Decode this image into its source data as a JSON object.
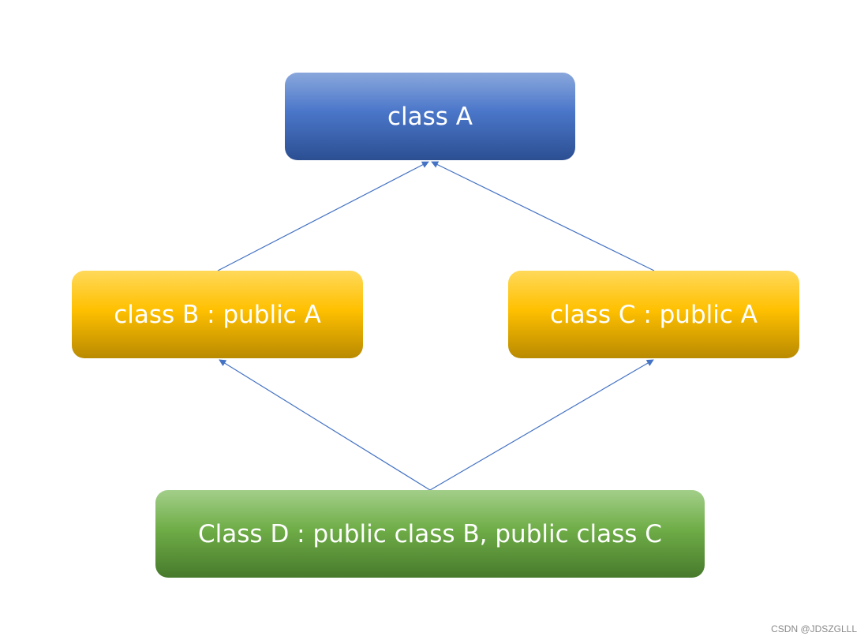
{
  "nodes": {
    "a": {
      "label": "class A",
      "color": "#4a76c9"
    },
    "b": {
      "label": "class B : public A",
      "color": "#ffc000"
    },
    "c": {
      "label": "class C : public A",
      "color": "#ffc000"
    },
    "d": {
      "label": "Class D : public class B, public class C",
      "color": "#6fad47"
    }
  },
  "edges": [
    {
      "from": "b",
      "to": "a"
    },
    {
      "from": "c",
      "to": "a"
    },
    {
      "from": "d",
      "to": "b"
    },
    {
      "from": "d",
      "to": "c"
    }
  ],
  "edge_color": "#4472c4",
  "watermark": "CSDN @JDSZGLLL"
}
